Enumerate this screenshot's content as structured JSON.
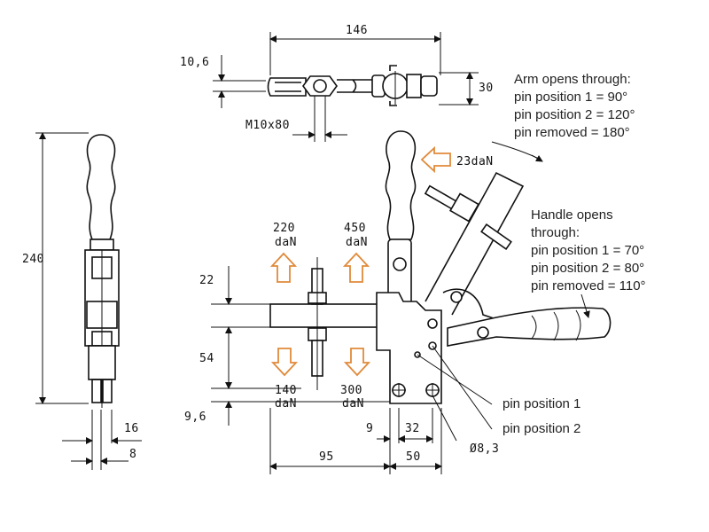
{
  "dimensions": {
    "top_width": "146",
    "top_offset": "10,6",
    "top_height": "30",
    "thread": "M10x80",
    "overall_height": "240",
    "side_16": "16",
    "side_8": "8",
    "dim_22": "22",
    "dim_54": "54",
    "dim_9_6": "9,6",
    "dim_9": "9",
    "dim_32": "32",
    "dim_95": "95",
    "dim_50": "50",
    "hole": "Ø8,3"
  },
  "forces": {
    "hold_220_value": "220",
    "hold_220_unit": "daN",
    "hold_450_value": "450",
    "hold_450_unit": "daN",
    "hold_140_value": "140",
    "hold_140_unit": "daN",
    "hold_300_value": "300",
    "hold_300_unit": "daN",
    "handle_force": "23daN"
  },
  "notes": {
    "arm_title": "Arm opens through:",
    "arm_pin1": "pin position 1 = 90°",
    "arm_pin2": "pin position 2 = 120°",
    "arm_removed": "pin removed  = 180°",
    "handle_title": "Handle opens",
    "handle_title2": "through:",
    "handle_pin1": "pin position 1 = 70°",
    "handle_pin2": "pin position 2 = 80°",
    "handle_removed": "pin removed  = 110°"
  },
  "callouts": {
    "pin1": "pin position 1",
    "pin2": "pin position 2"
  },
  "colors": {
    "arrow": "#e08a3a",
    "line": "#111111"
  }
}
